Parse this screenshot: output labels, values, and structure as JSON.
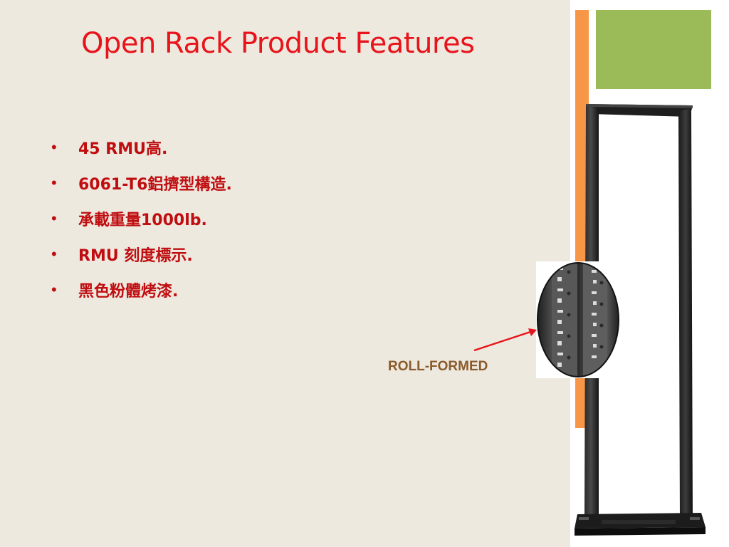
{
  "slide": {
    "title": "Open Rack Product Features",
    "bullets": [
      "45 RMU高.",
      "6061-T6鋁擠型構造.",
      "承載重量1000lb.",
      "RMU 刻度標示.",
      "黑色粉體烤漆."
    ],
    "bullet_glyph": "•",
    "callout_label": "ROLL-FORMED"
  },
  "colors": {
    "title": "#e8141b",
    "bullet_text": "#c00d10",
    "callout_label": "#8b5a2b",
    "accent_orange": "#f79646",
    "accent_green": "#9bbb59",
    "background": "#ede9df",
    "arrow": "#e8141b"
  },
  "icons": {
    "rack_image": "open-rack-photo",
    "detail_image": "roll-formed-rail-closeup",
    "callout_arrow": "arrow-right-icon"
  }
}
